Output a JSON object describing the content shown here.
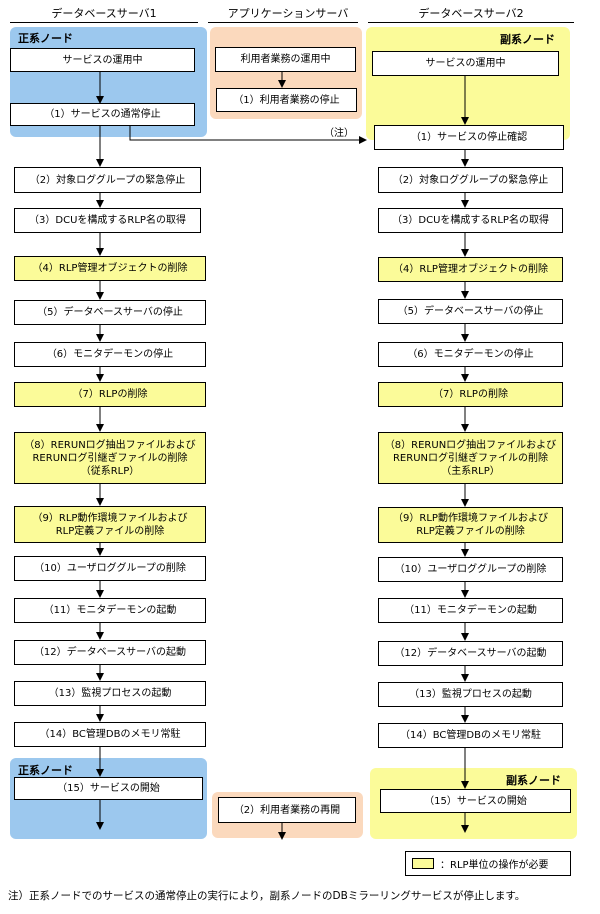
{
  "headers": {
    "db1": "データベースサーバ1",
    "app": "アプリケーションサーバ",
    "db2": "データベースサーバ2"
  },
  "node_labels": {
    "primary_top": "正系ノード",
    "secondary_top": "副系ノード",
    "primary_bottom": "正系ノード",
    "secondary_bottom": "副系ノード"
  },
  "db1_steps": [
    {
      "text": "サービスの運用中",
      "hl": false
    },
    {
      "text": "（1）サービスの通常停止",
      "hl": false
    },
    {
      "text": "（2）対象ロググループの緊急停止",
      "hl": false
    },
    {
      "text": "（3）DCUを構成するRLP名の取得",
      "hl": false
    },
    {
      "text": "（4）RLP管理オブジェクトの削除",
      "hl": true
    },
    {
      "text": "（5）データベースサーバの停止",
      "hl": false
    },
    {
      "text": "（6）モニタデーモンの停止",
      "hl": false
    },
    {
      "text": "（7）RLPの削除",
      "hl": true
    },
    {
      "text": "（8）RERUNログ抽出ファイルおよび\nRERUNログ引継ぎファイルの削除\n（従系RLP）",
      "hl": true
    },
    {
      "text": "（9）RLP動作環境ファイルおよび\nRLP定義ファイルの削除",
      "hl": true
    },
    {
      "text": "（10）ユーザロググループの削除",
      "hl": false
    },
    {
      "text": "（11）モニタデーモンの起動",
      "hl": false
    },
    {
      "text": "（12）データベースサーバの起動",
      "hl": false
    },
    {
      "text": "（13）監視プロセスの起動",
      "hl": false
    },
    {
      "text": "（14）BC管理DBのメモリ常駐",
      "hl": false
    },
    {
      "text": "（15）サービスの開始",
      "hl": false
    }
  ],
  "app_steps": [
    {
      "text": "利用者業務の運用中",
      "hl": false
    },
    {
      "text": "（1）利用者業務の停止",
      "hl": false
    },
    {
      "text": "（2）利用者業務の再開",
      "hl": false
    }
  ],
  "db2_steps": [
    {
      "text": "サービスの運用中",
      "hl": false
    },
    {
      "text": "（1）サービスの停止確認",
      "hl": false
    },
    {
      "text": "（2）対象ロググループの緊急停止",
      "hl": false
    },
    {
      "text": "（3）DCUを構成するRLP名の取得",
      "hl": false
    },
    {
      "text": "（4）RLP管理オブジェクトの削除",
      "hl": true
    },
    {
      "text": "（5）データベースサーバの停止",
      "hl": false
    },
    {
      "text": "（6）モニタデーモンの停止",
      "hl": false
    },
    {
      "text": "（7）RLPの削除",
      "hl": true
    },
    {
      "text": "（8）RERUNログ抽出ファイルおよび\nRERUNログ引継ぎファイルの削除\n（主系RLP）",
      "hl": true
    },
    {
      "text": "（9）RLP動作環境ファイルおよび\nRLP定義ファイルの削除",
      "hl": true
    },
    {
      "text": "（10）ユーザロググループの削除",
      "hl": false
    },
    {
      "text": "（11）モニタデーモンの起動",
      "hl": false
    },
    {
      "text": "（12）データベースサーバの起動",
      "hl": false
    },
    {
      "text": "（13）監視プロセスの起動",
      "hl": false
    },
    {
      "text": "（14）BC管理DBのメモリ常駐",
      "hl": false
    },
    {
      "text": "（15）サービスの開始",
      "hl": false
    }
  ],
  "note_marker": "（注）",
  "legend_text": "：RLP単位の操作が必要",
  "footnote": "注）正系ノードでのサービスの通常停止の実行により，副系ノードのDBミラーリングサービスが停止します。",
  "colors": {
    "primary_region": "#9cc8ee",
    "app_region": "#fbd9bd",
    "secondary_region": "#fbfb99",
    "highlight": "#fbfb99"
  }
}
